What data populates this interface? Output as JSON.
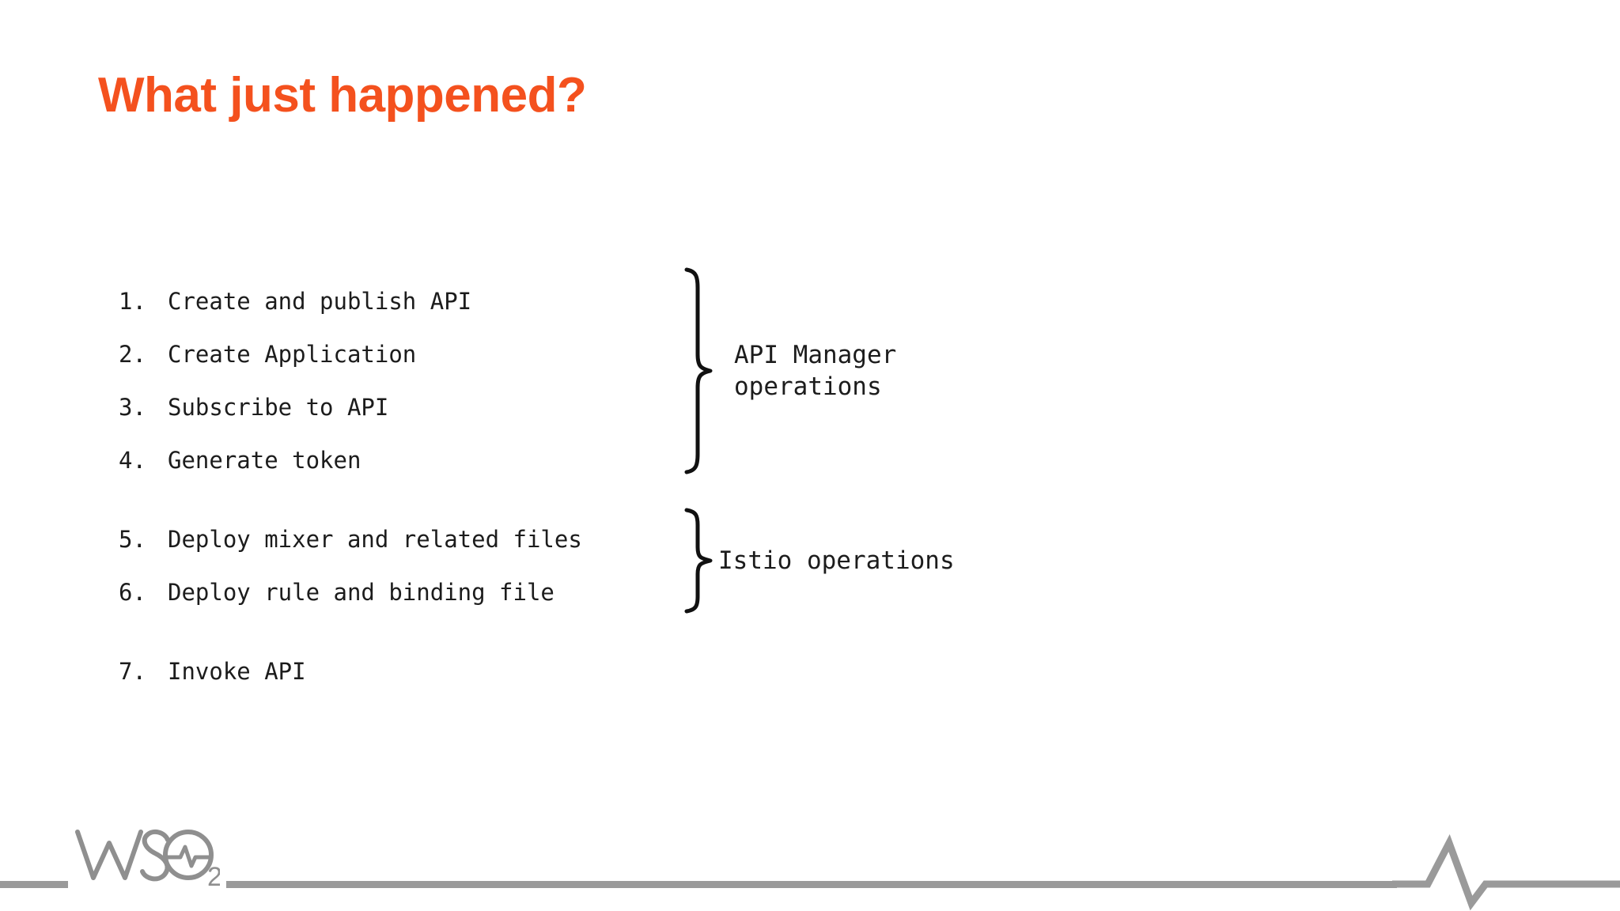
{
  "slide": {
    "title": "What just happened?",
    "title_color": "#f4511e",
    "background_color": "#ffffff",
    "body_text_color": "#1c1c1c",
    "footer_color": "#9a9a9a"
  },
  "steps": {
    "groups": [
      {
        "id": "api-manager",
        "label": "API Manager\noperations",
        "items": [
          {
            "num": "1.",
            "text": "Create and publish API"
          },
          {
            "num": "2.",
            "text": "Create Application"
          },
          {
            "num": "3.",
            "text": "Subscribe to API"
          },
          {
            "num": "4.",
            "text": "Generate token"
          }
        ]
      },
      {
        "id": "istio",
        "label": "Istio operations",
        "items": [
          {
            "num": "5.",
            "text": "Deploy mixer and related files"
          },
          {
            "num": "6.",
            "text": "Deploy rule and binding file"
          }
        ]
      },
      {
        "id": "invoke",
        "label": "",
        "items": [
          {
            "num": "7.",
            "text": "Invoke API"
          }
        ]
      }
    ]
  },
  "footer": {
    "logo_text": "WSO2",
    "logo_wordmark": "WSO",
    "logo_subscript": "2",
    "pulse_icon": "heartbeat-line"
  }
}
